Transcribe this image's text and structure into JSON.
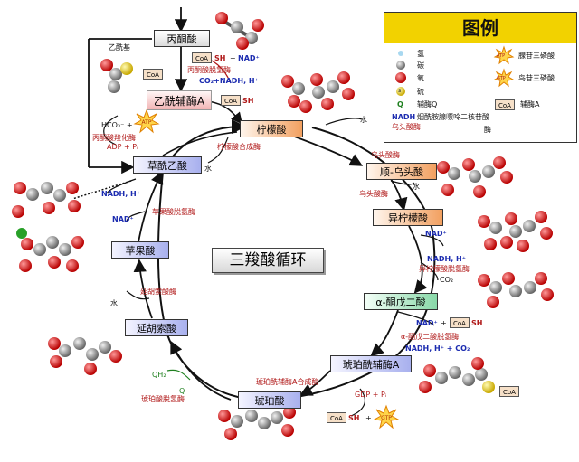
{
  "title": "三羧酸循环",
  "compounds": {
    "pyruvate": "丙酮酸",
    "acetyl_coa": "乙酰辅酶A",
    "citrate": "柠檬酸",
    "cis_aconitate": "顺-乌头酸",
    "isocitrate": "异柠檬酸",
    "akg": "α-酮戊二酸",
    "succinyl_coa": "琥珀酰辅酶A",
    "succinate": "琥珀酸",
    "fumarate": "延胡索酸",
    "malate": "苹果酸",
    "oxaloacetate": "草酰乙酸"
  },
  "enzymes": {
    "pdh": "丙酮酸脱氢酶",
    "pc": "丙酮酸羧化酶",
    "cs": "柠檬酸合成酶",
    "aco1": "乌头酸酶",
    "aco2": "乌头酸酶",
    "idh": "异柠檬酸脱氢酶",
    "akgdh": "α-酮戊二酸脱氢酶",
    "scs": "琥珀酰辅酶A合成酶",
    "sdh": "琥珀酸脱氢酶",
    "fh": "延胡索酸酶",
    "mdh": "苹果酸脱氢酶"
  },
  "cofactors": {
    "acetyl_group": "乙酰基",
    "coa": "CoA",
    "coa_sh": "CoA - SH",
    "sh": "SH",
    "plus": "+",
    "nad": "NAD⁺",
    "nadh_h": "NADH, H⁺",
    "co2": "CO₂",
    "co2_nadh": "CO₂+NADH, H⁺",
    "nadh_co2": "NADH, H⁺ + CO₂",
    "hco3": "HCO₃⁻ +",
    "adp_pi": "ADP + Pᵢ",
    "gdp_pi": "GDP + Pᵢ",
    "water": "水",
    "qh2": "QH₂",
    "q": "Q",
    "atp": "ATP",
    "gtp": "GTP"
  },
  "legend": {
    "title": "图例",
    "items": [
      {
        "symbol": "",
        "label": "氢"
      },
      {
        "symbol": "",
        "label": "碳"
      },
      {
        "symbol": "",
        "label": "氧"
      },
      {
        "symbol": "s",
        "label": "硫"
      },
      {
        "symbol": "Q",
        "label": "辅酶Q"
      },
      {
        "symbol": "NADH",
        "label": "烟酰胺腺嘌呤二核苷酸"
      },
      {
        "symbol": "ATP",
        "label": "腺苷三磷酸"
      },
      {
        "symbol": "GTP",
        "label": "鸟苷三磷酸"
      },
      {
        "symbol": "CoA",
        "label": "辅酶A"
      }
    ],
    "overflow": "乌头酸酶",
    "overflow2": "酶"
  },
  "colors": {
    "arrow": "#111111",
    "enzyme": "#b01818",
    "cofactor": "#1c2cb0",
    "legend_header": "#f2d200"
  }
}
